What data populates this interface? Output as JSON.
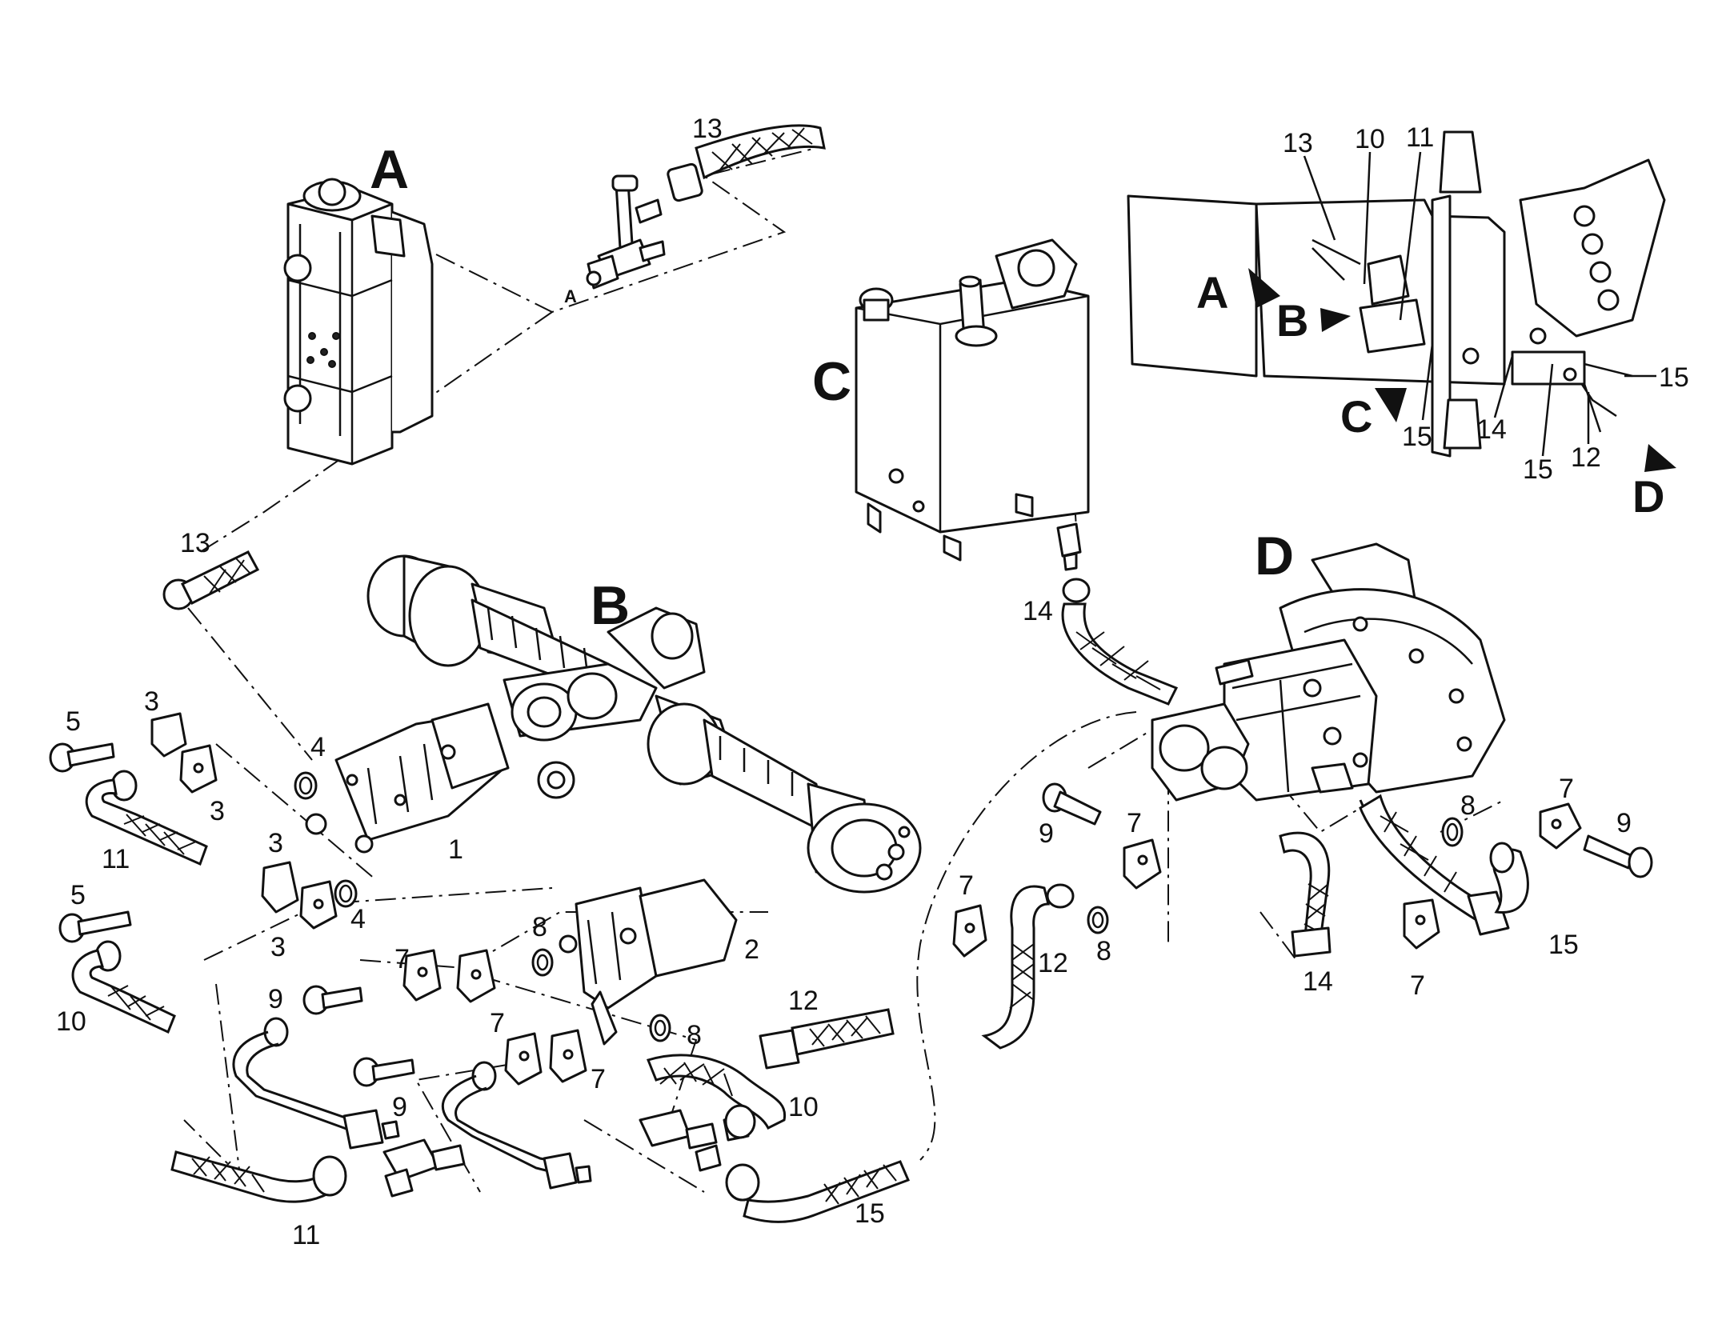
{
  "view_labels": {
    "a": "A",
    "b": "B",
    "c": "C",
    "d": "D",
    "a_small": "A"
  },
  "inset": {
    "labels": {
      "a": "A",
      "b": "B",
      "c": "C",
      "d": "D"
    },
    "callouts": [
      "13",
      "10",
      "11",
      "15",
      "15",
      "14",
      "15",
      "12"
    ]
  },
  "callouts": {
    "c1": "1",
    "c2": "2",
    "c3a": "3",
    "c3b": "3",
    "c3c": "3",
    "c3d": "3",
    "c4a": "4",
    "c4b": "4",
    "c5a": "5",
    "c5b": "5",
    "c7a": "7",
    "c7b": "7",
    "c7c": "7",
    "c7d": "7",
    "c7e": "7",
    "c7f": "7",
    "c7g": "7",
    "c8a": "8",
    "c8b": "8",
    "c8c": "8",
    "c8d": "8",
    "c9a": "9",
    "c9b": "9",
    "c9c": "9",
    "c9d": "9",
    "c10a": "10",
    "c10b": "10",
    "c11a": "11",
    "c11b": "11",
    "c12a": "12",
    "c12b": "12",
    "c13a": "13",
    "c13b": "13",
    "c14a": "14",
    "c14b": "14",
    "c15a": "15",
    "c15b": "15"
  },
  "colors": {
    "ink": "#111111",
    "paper": "#ffffff"
  }
}
